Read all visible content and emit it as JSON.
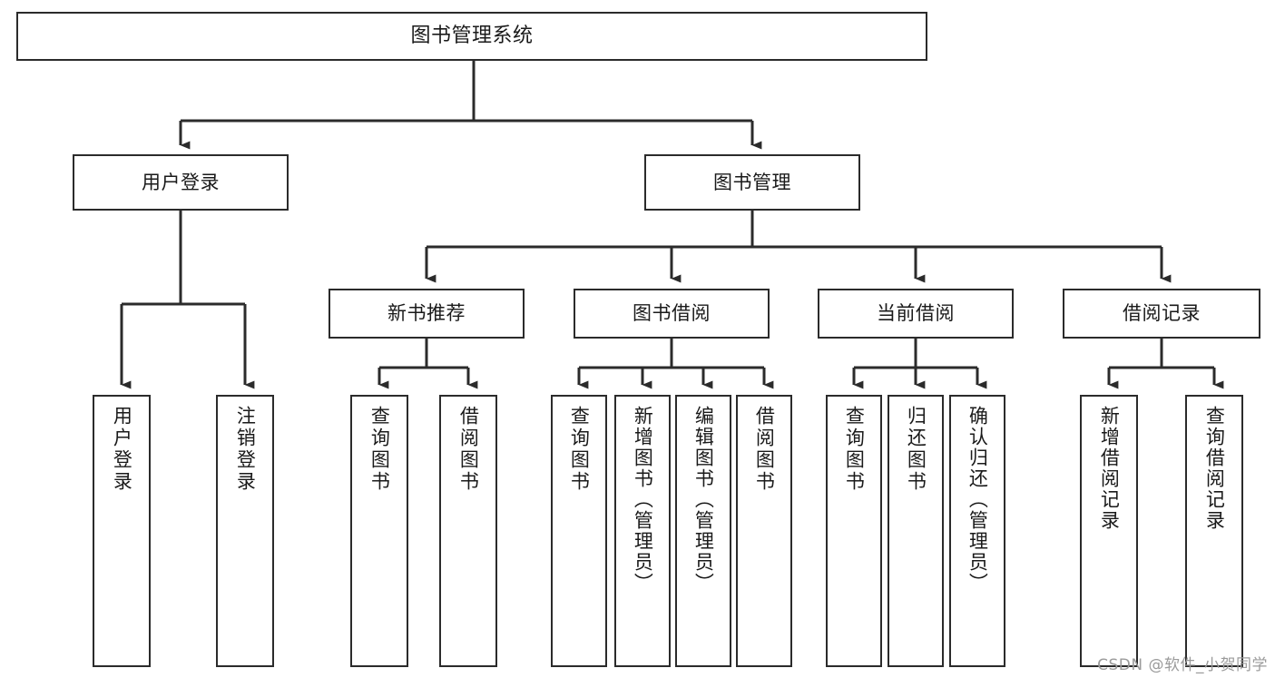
{
  "diagram": {
    "title": "图书管理系统",
    "type": "tree-hierarchy-diagram",
    "colors": {
      "box_border": "#2b2b2b",
      "box_fill": "#ffffff",
      "connector": "#2b2b2b",
      "canvas": "#ffffff",
      "watermark": "#9b9b9b"
    },
    "root": {
      "label": "图书管理系统"
    },
    "branches": [
      {
        "label": "用户登录"
      },
      {
        "label": "图书管理"
      }
    ],
    "groups": [
      {
        "label": "新书推荐"
      },
      {
        "label": "图书借阅"
      },
      {
        "label": "当前借阅"
      },
      {
        "label": "借阅记录"
      }
    ],
    "leaves": {
      "user_login": [
        {
          "label": "用户登录"
        },
        {
          "label": "注销登录"
        }
      ],
      "new_book_recommend": [
        {
          "label": "查询图书"
        },
        {
          "label": "借阅图书"
        }
      ],
      "book_borrow": [
        {
          "label": "查询图书"
        },
        {
          "label": "新增图书（管理员）"
        },
        {
          "label": "编辑图书（管理员）"
        },
        {
          "label": "借阅图书"
        }
      ],
      "current_borrow": [
        {
          "label": "查询图书"
        },
        {
          "label": "归还图书"
        },
        {
          "label": "确认归还（管理员）"
        }
      ],
      "borrow_record": [
        {
          "label": "新增借阅记录"
        },
        {
          "label": "查询借阅记录"
        }
      ]
    },
    "watermark": "CSDN @软件_小贺同学"
  }
}
